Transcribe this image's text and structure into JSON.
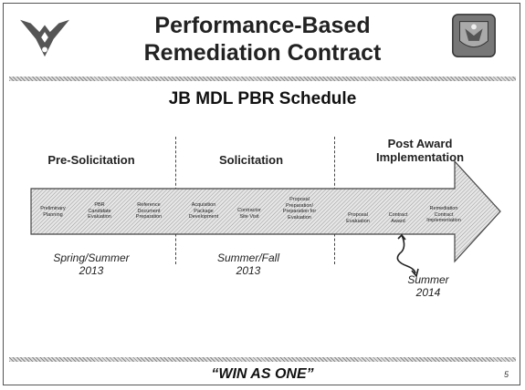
{
  "slide": {
    "title_line1": "Performance-Based",
    "title_line2": "Remediation Contract",
    "subtitle": "JB MDL PBR Schedule",
    "phases": [
      {
        "label": "Pre-Solicitation"
      },
      {
        "label": "Solicitation"
      },
      {
        "label": "Post Award\nImplementation"
      }
    ],
    "steps": [
      "Preliminary\nPlanning",
      "PBR\nCandidate\nEvaluation",
      "Reference\nDocument\nPreparation",
      "Acquisition\nPackage\nDevelopment",
      "Contractor\nSite Visit",
      "Proposal\nPreparation/\nPreparation for\nEvaluation",
      "Proposal\nEvaluation",
      "Contract\nAward",
      "Remediation\nContract\nImplementation"
    ],
    "dates": [
      "Spring/Summer\n2013",
      "Summer/Fall\n2013",
      "Summer\n2014"
    ],
    "footer": "“WIN AS ONE”",
    "page_number": "5"
  },
  "colors": {
    "hatch_dark": "#888888",
    "hatch_light": "#dddddd",
    "arrow_fill": "#e6e6e6",
    "arrow_stroke": "#444444"
  },
  "icons": {
    "left_logo": "air-force-wings-icon",
    "right_logo": "command-shield-icon"
  }
}
